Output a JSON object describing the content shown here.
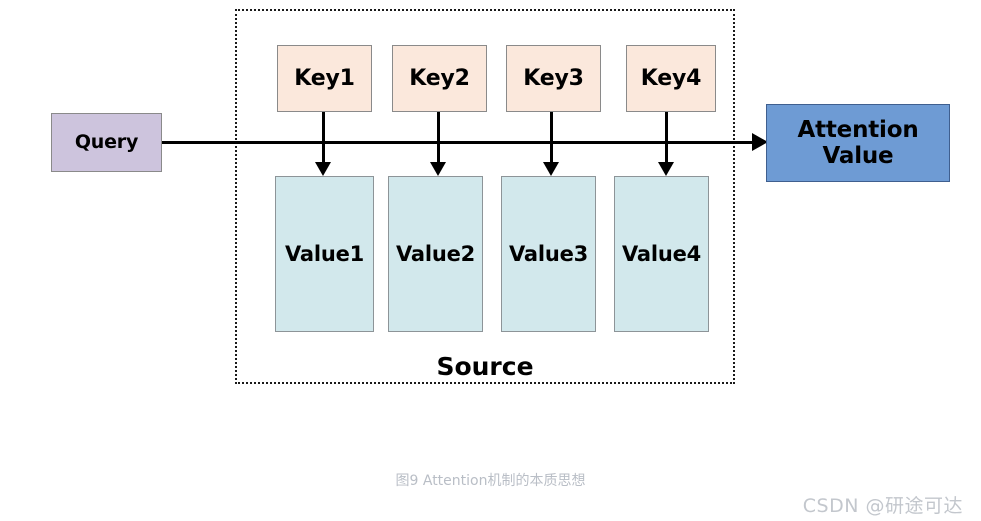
{
  "diagram": {
    "source_container": {
      "label": "Source",
      "border_style": "dotted",
      "border_color": "#1a1a1a"
    },
    "query": {
      "label": "Query",
      "fill": "#cdc4dd",
      "border": "#8a8a8a"
    },
    "attention_output": {
      "line1": "Attention",
      "line2": "Value",
      "fill": "#6e9bd4",
      "border": "#3f5f8f"
    },
    "keys": [
      {
        "label": "Key1"
      },
      {
        "label": "Key2"
      },
      {
        "label": "Key3"
      },
      {
        "label": "Key4"
      }
    ],
    "key_style": {
      "fill": "#fbe8dc",
      "border": "#8a8a8a"
    },
    "values": [
      {
        "label": "Value1"
      },
      {
        "label": "Value2"
      },
      {
        "label": "Value3"
      },
      {
        "label": "Value4"
      }
    ],
    "value_style": {
      "fill": "#d2e8ec",
      "border": "#8d9498"
    },
    "connectors": {
      "query_to_attention": "horizontal-arrow",
      "key_to_value": "vertical-arrow"
    }
  },
  "caption": {
    "text": "图9 Attention机制的本质思想",
    "color": "#b9bec6"
  },
  "watermark": {
    "text": "CSDN @研途可达",
    "color": "#c3c7cd"
  }
}
